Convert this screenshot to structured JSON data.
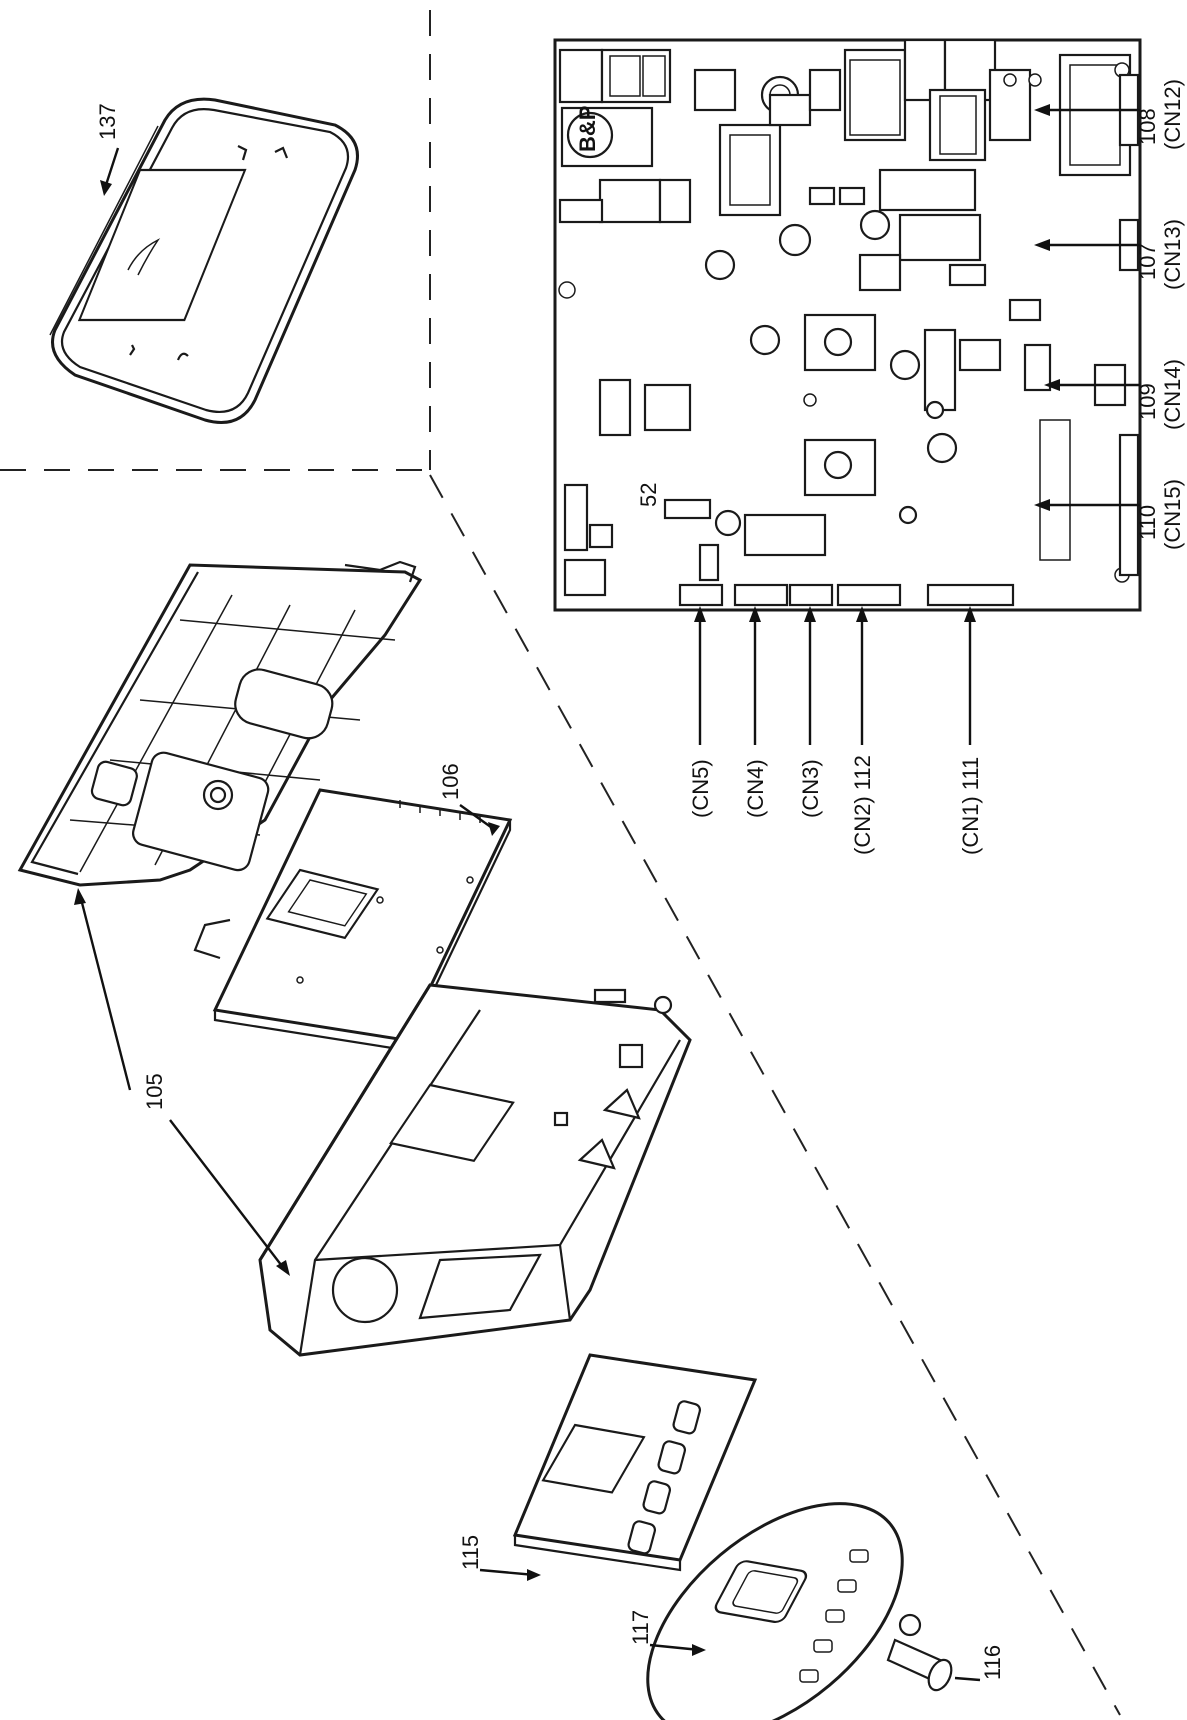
{
  "callouts": {
    "c105": "105",
    "c106": "106",
    "c107": "107",
    "c108": "108",
    "c109": "109",
    "c110": "110",
    "c115": "115",
    "c116": "116",
    "c117": "117",
    "c137": "137"
  },
  "connectors": {
    "cn1_111": "(CN1) 111",
    "cn2_112": "(CN2) 112",
    "cn3": "(CN3)",
    "cn4": "(CN4)",
    "cn5": "(CN5)",
    "cn12": "(CN12)",
    "cn13": "(CN13)",
    "cn14": "(CN14)",
    "cn15": "(CN15)"
  },
  "board_markings": {
    "logo": "B&P",
    "silk_52": "52"
  }
}
